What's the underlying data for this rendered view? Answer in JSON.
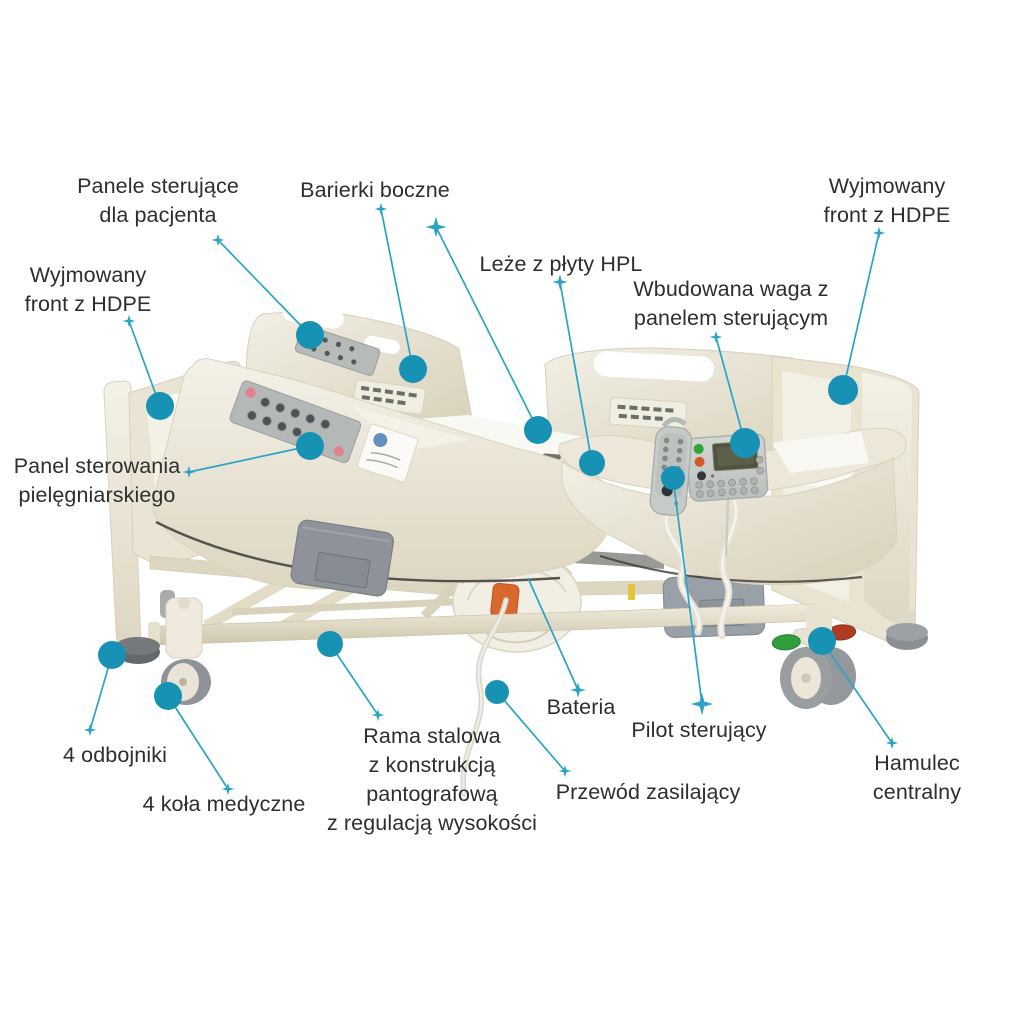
{
  "page": {
    "background": "#ffffff",
    "kind": "product-annotation-diagram"
  },
  "annotations": {
    "colors": {
      "dot": "#1792b4",
      "line": "#2aa3c7",
      "label_text": "#2e2e2e"
    },
    "labels": [
      {
        "id": "panele-sterujace-pacjenta",
        "text": "Panele sterujące\ndla pacjenta"
      },
      {
        "id": "barierki-boczne",
        "text": "Barierki boczne"
      },
      {
        "id": "wyjmowany-front-hdpe-prawy",
        "text": "Wyjmowany\nfront z HDPE"
      },
      {
        "id": "leze-hpl",
        "text": "Leże z płyty HPL"
      },
      {
        "id": "wbudowana-waga",
        "text": "Wbudowana waga z\npanelem sterującym"
      },
      {
        "id": "wyjmowany-front-hdpe-lewy",
        "text": "Wyjmowany\nfront z HDPE"
      },
      {
        "id": "panel-pielegniarski",
        "text": "Panel sterowania\npielęgniarskiego"
      },
      {
        "id": "odbojniki",
        "text": "4 odbojniki"
      },
      {
        "id": "kola-medyczne",
        "text": "4 koła medyczne"
      },
      {
        "id": "rama-stalowa",
        "text": "Rama stalowa\nz konstrukcją\npantografową\nz regulacją wysokości"
      },
      {
        "id": "bateria",
        "text": "Bateria"
      },
      {
        "id": "przewod-zasilajacy",
        "text": "Przewód zasilający"
      },
      {
        "id": "pilot-sterujacy",
        "text": "Pilot sterujący"
      },
      {
        "id": "hamulec-centralny",
        "text": "Hamulec centralny"
      }
    ]
  },
  "illustration": {
    "subject": "hospital-bed",
    "colors": {
      "cream": "#ebe6d6",
      "cream_light": "#f4f1e8",
      "cream_dark": "#d9d2bc",
      "panel_gray": "#c9cdc9",
      "control_strip_gray": "#b4b8b6",
      "lcd": "#50543f",
      "button_green": "#2fa437",
      "button_orange": "#d05a2b",
      "pedal_green": "#2f9e3c",
      "pedal_red": "#b03b21",
      "wheel_gray": "#94989c",
      "bumper_gray": "#64686c",
      "motor_gray": "#8e939a"
    }
  }
}
